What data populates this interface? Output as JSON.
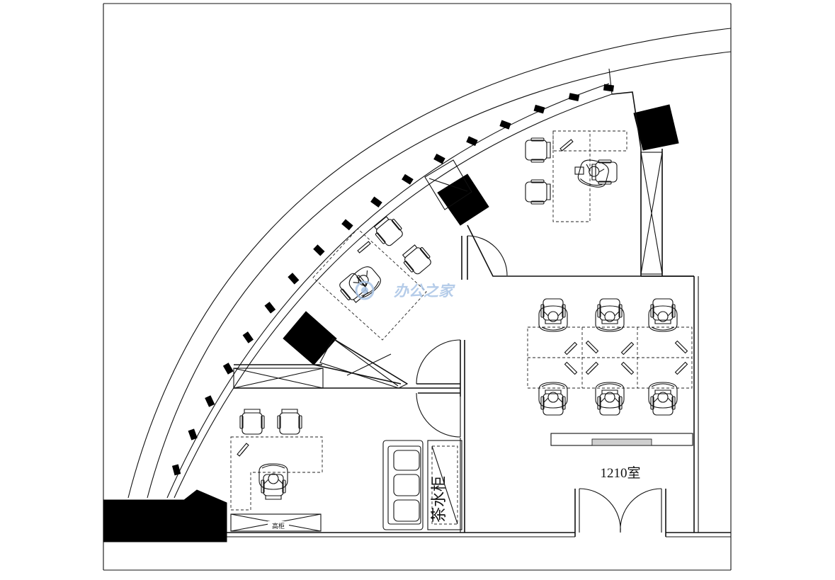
{
  "room": {
    "number_label": "1210室"
  },
  "labels": {
    "pantry_cabinet": "茶水柜",
    "high_cabinet": "高柜"
  },
  "watermark": {
    "text": "办公之家"
  },
  "colors": {
    "line": "#111111",
    "column": "#000000",
    "watermark": "#a9c4e6"
  }
}
